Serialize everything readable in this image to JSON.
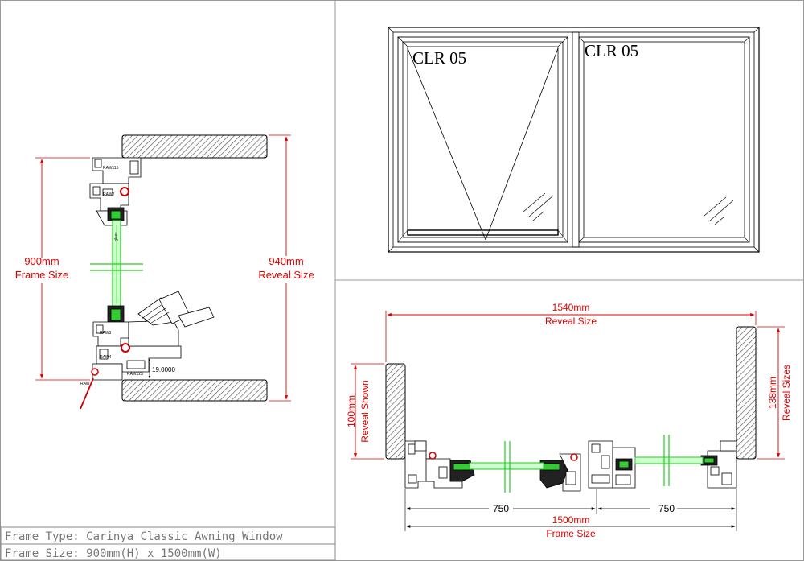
{
  "colors": {
    "dimension": "#e00000",
    "glass": "#22cc22",
    "outline": "#000000",
    "title_block_text": "#777777"
  },
  "elevation": {
    "left_pane_label": "CLR 05",
    "right_pane_label": "CLR 05"
  },
  "section_vertical": {
    "frame_size_value": "900mm",
    "frame_size_caption": "Frame Size",
    "reveal_size_value": "940mm",
    "reveal_size_caption": "Reveal Size",
    "small_dim": "19.0000",
    "profile_codes": [
      "RAW115",
      "RAW2",
      "RAW3",
      "RAW4",
      "RAW123"
    ],
    "glass_note": "glass"
  },
  "section_horizontal": {
    "reveal_total_value": "1540mm",
    "reveal_total_caption": "Reveal Size",
    "reveal_shown_value": "100mm",
    "reveal_shown_caption": "Reveal Shown",
    "reveal_right_value": "138mm",
    "reveal_right_caption": "Reveal Sizes",
    "half_left": "750",
    "half_right": "750",
    "frame_total_value": "1500mm",
    "frame_total_caption": "Frame Size"
  },
  "title_block": {
    "frame_type": "Frame Type: Carinya Classic Awning Window",
    "frame_size": "Frame Size: 900mm(H) x 1500mm(W)"
  }
}
